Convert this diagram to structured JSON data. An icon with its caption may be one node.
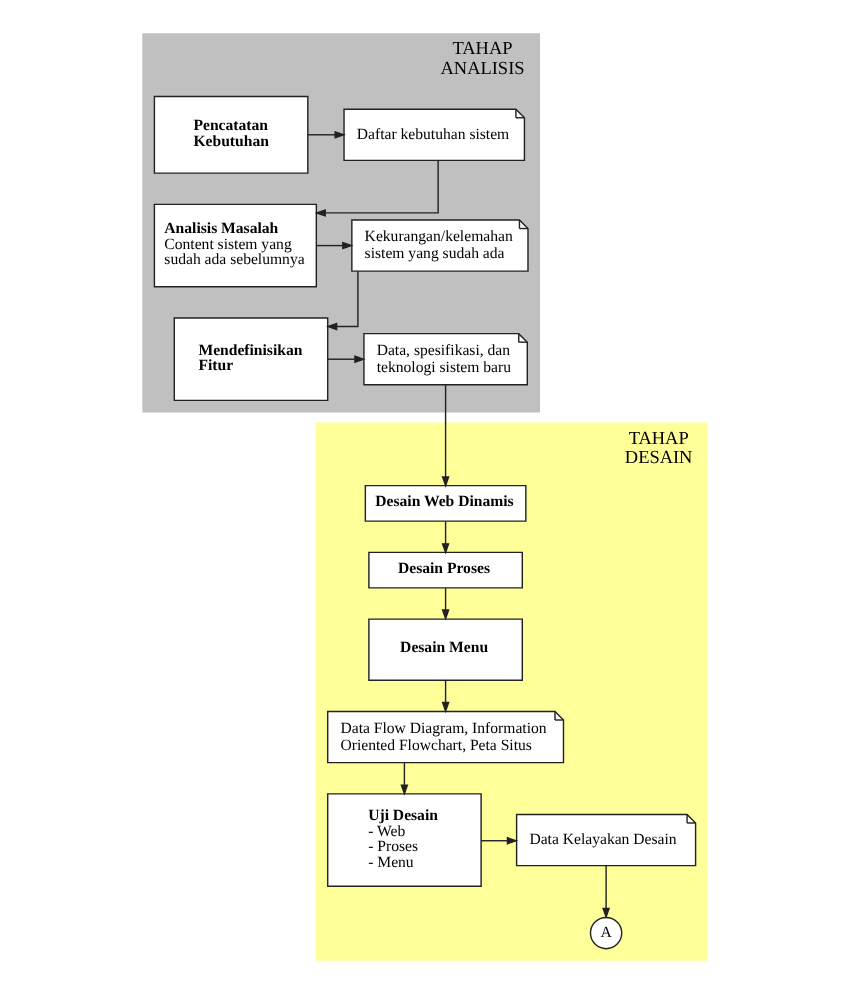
{
  "diagram": {
    "nodes": [
      {
        "text": [
          "TAHAP ANALISIS"
        ]
      },
      {
        "text": [
          "Pencatatan Kebutuhan"
        ],
        "in": 0
      },
      {
        "text": [
          "Daftar kebutuhan sistem"
        ],
        "in": 0
      },
      {
        "text": [
          "Analisis Masalah",
          "Content sistem yang sudah ada sebelumnya"
        ],
        "in": 0
      },
      {
        "text": [
          "Kekurangan/kelemahan sistem yang sudah ada"
        ],
        "in": 0
      },
      {
        "text": [
          "Mendefinisikan Fitur"
        ],
        "in": 0
      },
      {
        "text": [
          "Data, spesifikasi, dan teknologi sistem baru"
        ],
        "in": 0
      },
      {
        "text": [
          "TAHAP DESAIN"
        ]
      },
      {
        "text": [
          "Desain Web Dinamis"
        ],
        "in": 7
      },
      {
        "text": [
          "Desain Proses"
        ],
        "in": 7
      },
      {
        "text": [
          "Desain Menu"
        ],
        "in": 7
      },
      {
        "text": [
          "Data Flow Diagram, Information Oriented Flowchart, Peta Situs"
        ],
        "in": 7
      },
      {
        "text": [
          "Uji Desain",
          "- Web",
          "- Proses",
          "- Menu"
        ],
        "in": 7
      },
      {
        "text": [
          "Data Kelayakan Desain"
        ],
        "in": 7
      },
      {
        "text": [
          "A"
        ],
        "in": 7
      }
    ],
    "edges": [
      {
        "from": 1,
        "to": 2,
        "arrow": "to"
      },
      {
        "from": 2,
        "to": 3,
        "arrow": "to"
      },
      {
        "from": 3,
        "to": 4,
        "arrow": "to"
      },
      {
        "from": 4,
        "to": 5,
        "arrow": "to"
      },
      {
        "from": 5,
        "to": 6,
        "arrow": "to"
      },
      {
        "from": 6,
        "to": 8,
        "arrow": "to"
      },
      {
        "from": 8,
        "to": 9,
        "arrow": "to"
      },
      {
        "from": 9,
        "to": 10,
        "arrow": "to"
      },
      {
        "from": 10,
        "to": 11,
        "arrow": "to"
      },
      {
        "from": 11,
        "to": 12,
        "arrow": "to"
      },
      {
        "from": 12,
        "to": 13,
        "arrow": "to"
      },
      {
        "from": 13,
        "to": 14,
        "arrow": "to"
      }
    ]
  }
}
